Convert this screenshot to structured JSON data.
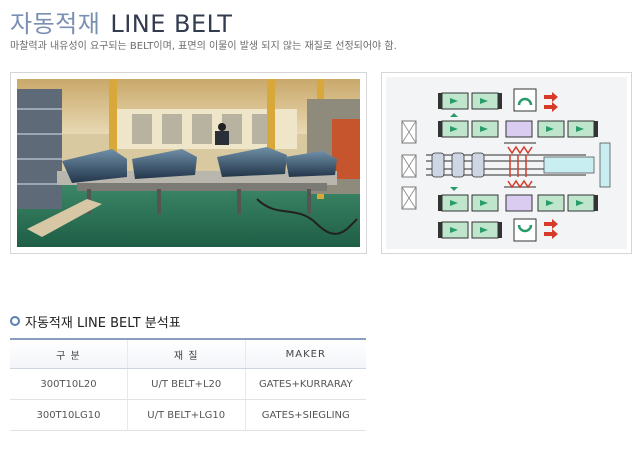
{
  "header": {
    "title_korean": "자동적재",
    "title_latin": "LINE  BELT",
    "subtitle": "마찰력과 내유성이 요구되는 BELT이며, 표면의 이물이 발생 되지 않는 재질로 선정되어야 함."
  },
  "colors": {
    "title_accent": "#7a8fb4",
    "title_dark": "#333c4f",
    "table_rule": "#8a9fbe",
    "bullet": "#5a7fb5"
  },
  "section": {
    "title": "자동적재 LINE BELT 분석표"
  },
  "table": {
    "headers": [
      "구 분",
      "재 질",
      "MAKER"
    ],
    "rows": [
      [
        "300T10L20",
        "U/T BELT+L20",
        "GATES+KURRARAY"
      ],
      [
        "300T10LG10",
        "U/T BELT+LG10",
        "GATES+SIEGLING"
      ]
    ]
  }
}
